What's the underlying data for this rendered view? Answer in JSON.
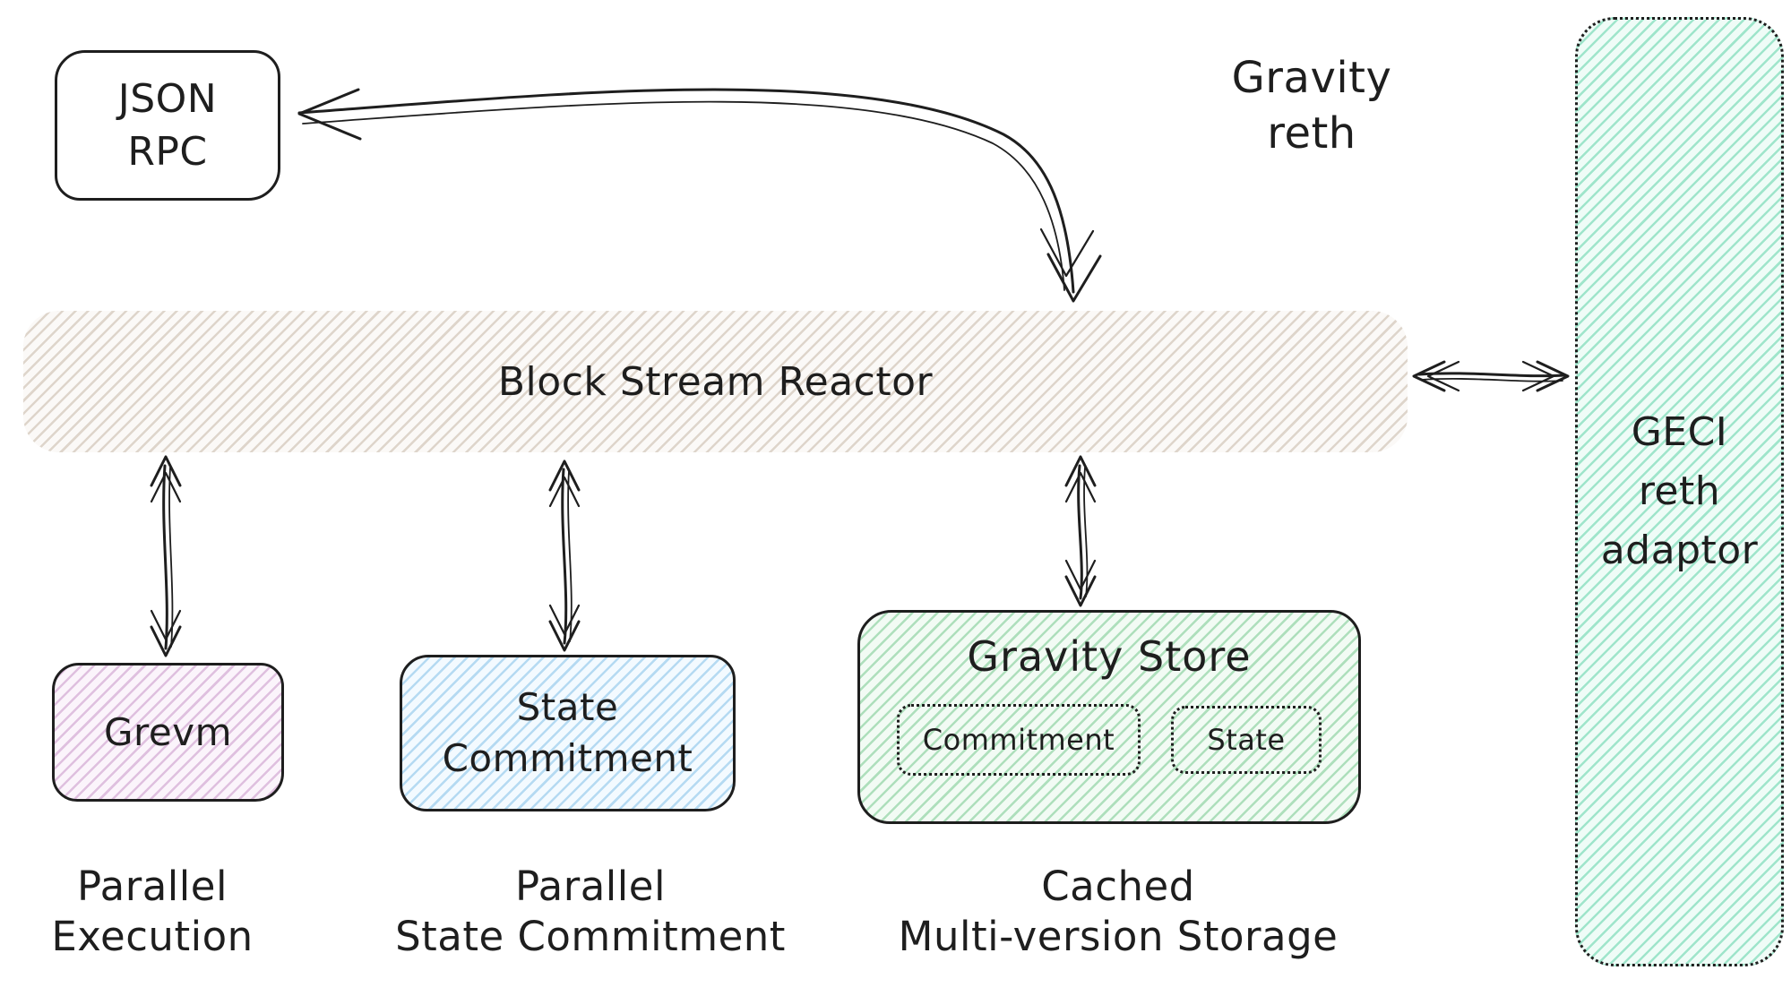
{
  "title": "Gravity\nreth",
  "nodes": {
    "json_rpc": {
      "label": "JSON\nRPC"
    },
    "block_stream_reactor": {
      "label": "Block Stream Reactor"
    },
    "grevm": {
      "label": "Grevm"
    },
    "state_commitment": {
      "label": "State\nCommitment"
    },
    "gravity_store": {
      "title": "Gravity Store",
      "children": {
        "commitment": "Commitment",
        "state": "State"
      }
    },
    "geci_adaptor": {
      "label": "GECI\nreth\nadaptor"
    }
  },
  "captions": {
    "grevm": "Parallel\nExecution",
    "state_commitment": "Parallel\nState Commitment",
    "gravity_store": "Cached\nMulti-version Storage"
  },
  "colors": {
    "ink": "#1e1e1e",
    "reactor_stripe": "#ded5cb",
    "grevm_stripe": "#dfc0df",
    "state_stripe": "#b5daf2",
    "store_stripe": "#aedfbc",
    "geci_stripe": "#9fe5cb",
    "background": "#ffffff"
  }
}
